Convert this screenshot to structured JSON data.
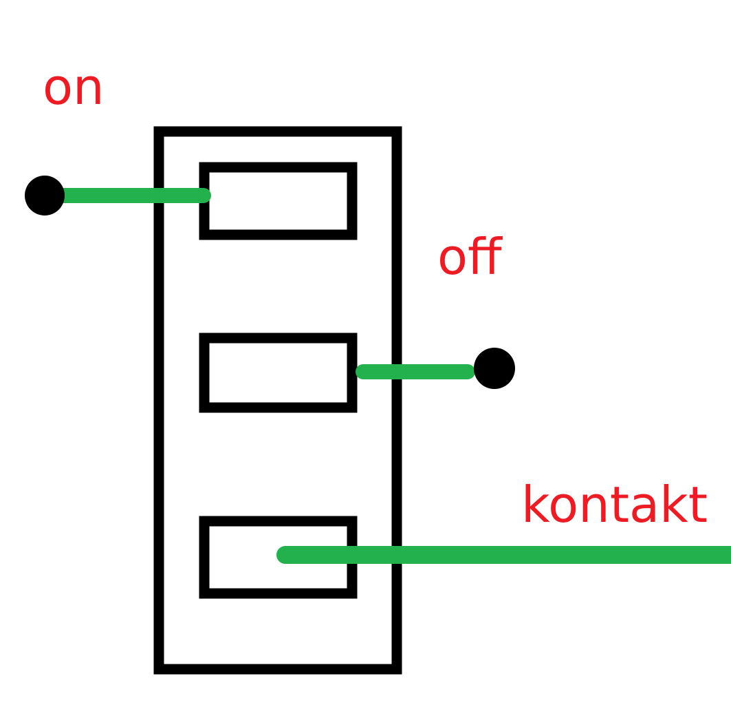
{
  "labels": {
    "on": "on",
    "off": "off",
    "kontakt": "kontakt"
  },
  "colors": {
    "background": "#ffffff",
    "outline": "#000000",
    "wire": "#22b14c",
    "label": "#ed1c24"
  }
}
